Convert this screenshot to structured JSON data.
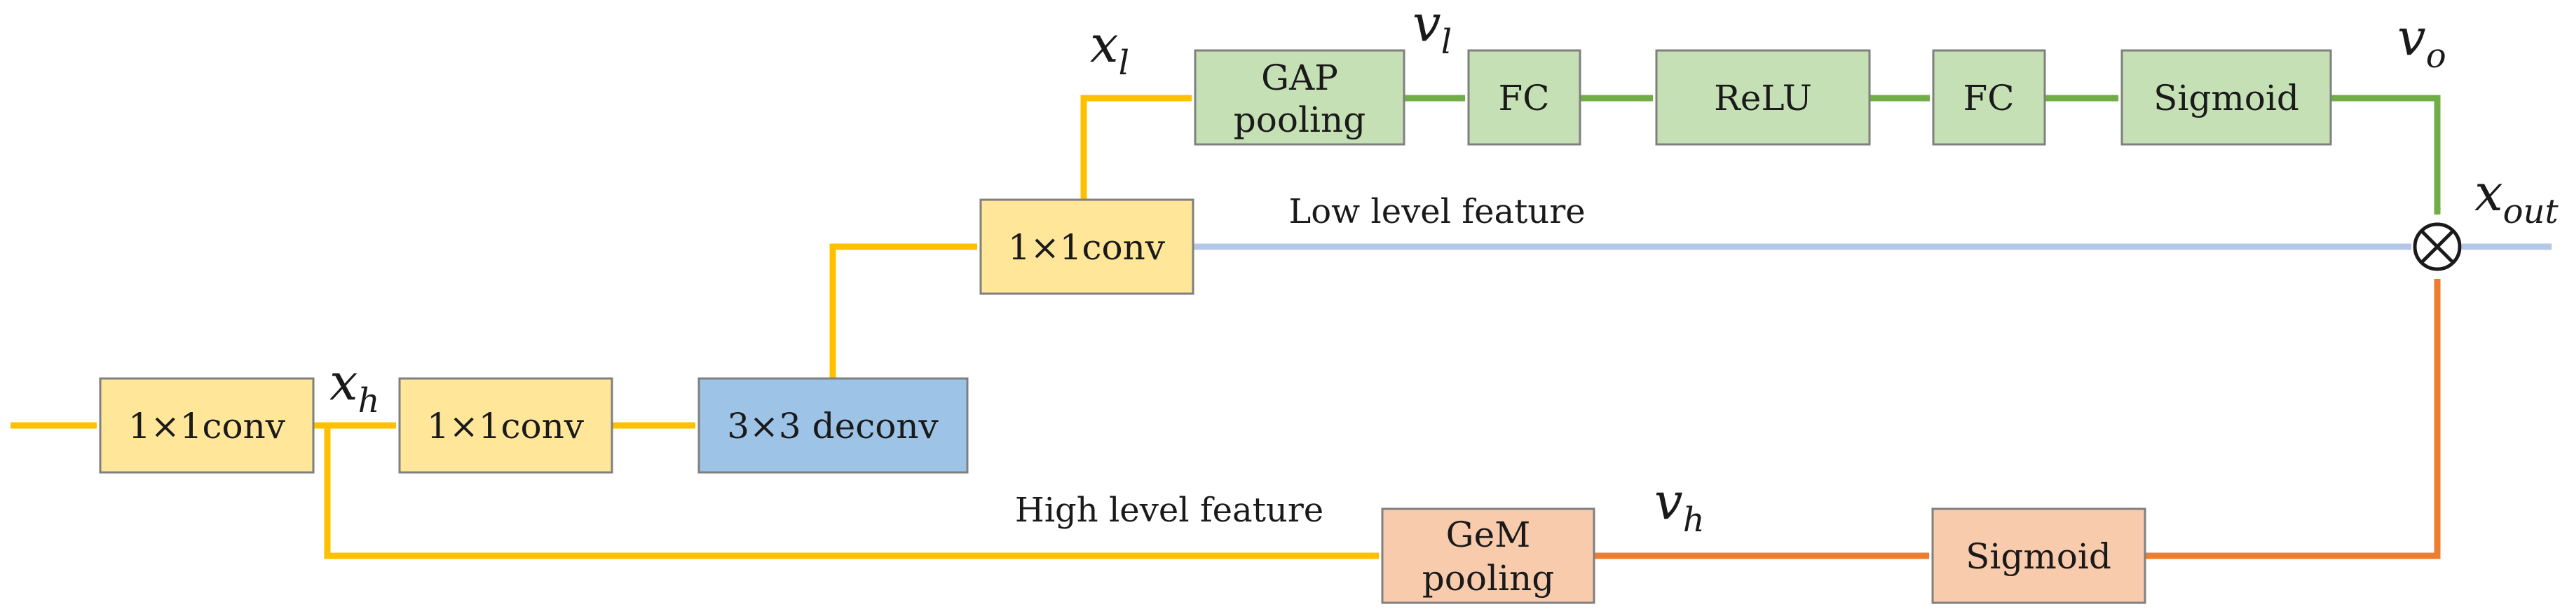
{
  "colors": {
    "yellow_fill": "#ffe699",
    "blue_fill": "#9dc3e6",
    "green_fill": "#c5e0b4",
    "orange_fill": "#f8cbad",
    "yellow_arrow": "#ffc000",
    "green_arrow": "#70ad47",
    "orange_arrow": "#ed7d31",
    "lightblue_arrow": "#b4c7e7"
  },
  "boxes": {
    "conv1": "1×1conv",
    "conv2": "1×1conv",
    "deconv": "3×3 deconv",
    "conv3": "1×1conv",
    "gap_line1": "GAP",
    "gap_line2": "pooling",
    "fc1": "FC",
    "relu": "ReLU",
    "fc2": "FC",
    "sigmoid_top": "Sigmoid",
    "gem_line1": "GeM",
    "gem_line2": "pooling",
    "sigmoid_bottom": "Sigmoid"
  },
  "labels": {
    "low_level": "Low level feature",
    "high_level": "High level feature"
  },
  "vars": {
    "x_h": {
      "base": "x",
      "sub": "h"
    },
    "x_l": {
      "base": "x",
      "sub": "l"
    },
    "v_l": {
      "base": "v",
      "sub": "l"
    },
    "v_o": {
      "base": "v",
      "sub": "o"
    },
    "v_h": {
      "base": "v",
      "sub": "h"
    },
    "x_out": {
      "base": "x",
      "sub": "out"
    }
  },
  "operator_icon": "multiply-circle-icon"
}
